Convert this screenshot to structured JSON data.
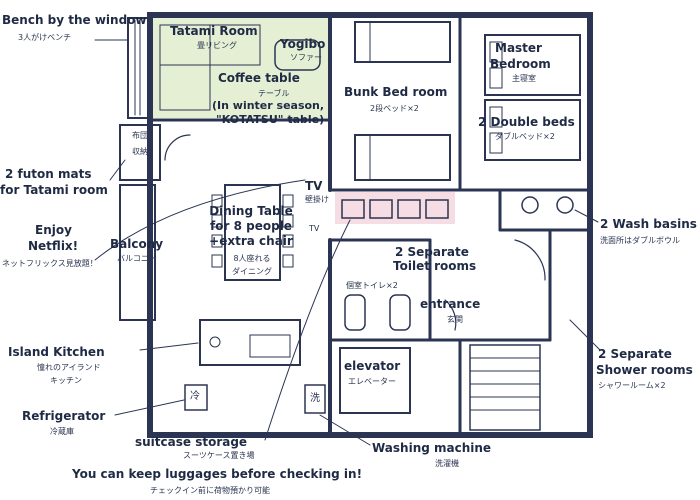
{
  "labels": {
    "bench": {
      "en": "Bench by the window",
      "jp": "3人がけベンチ"
    },
    "tatami": {
      "en": "Tatami Room",
      "jp": "畳リビング"
    },
    "yogibo": {
      "en": "Yogibo",
      "jp": "ソファー"
    },
    "coffee": {
      "en": "Coffee table",
      "jp": "テーブル",
      "note1": "(In winter season,",
      "note2": "\"KOTATSU\" table)"
    },
    "bunk": {
      "en": "Bunk Bed room",
      "jp": "2段ベッド×2"
    },
    "master": {
      "en1": "Master",
      "en2": "Bedroom",
      "jp": "主寝室"
    },
    "double": {
      "en": "2 Double beds",
      "jp": "ダブルベッド×2"
    },
    "futon_closet": {
      "jp1": "布団",
      "jp2": "収納"
    },
    "futon": {
      "en1": "2 futon mats",
      "en2": "for Tatami room"
    },
    "tv": {
      "en": "TV",
      "jp1": "壁掛け",
      "jp2": "TV"
    },
    "netflix": {
      "en1": "Enjoy",
      "en2": "Netflix!",
      "jp": "ネットフリックス見放題！"
    },
    "dining": {
      "en1": "Dining Table",
      "en2": "for 8 people",
      "en3": "+extra chair",
      "jp1": "8人座れる",
      "jp2": "ダイニング"
    },
    "balcony": {
      "en": "Balcony",
      "jp": "バルコニー"
    },
    "wash": {
      "en": "2 Wash basins",
      "jp": "洗面所はダブルボウル"
    },
    "toilet": {
      "en1": "2 Separate",
      "en2": "Toilet rooms",
      "jp": "個室トイレ×2"
    },
    "entrance": {
      "en": "entrance",
      "jp": "玄関"
    },
    "shower": {
      "en1": "2 Separate",
      "en2": "Shower rooms",
      "jp": "シャワールーム×2"
    },
    "island": {
      "en": "Island Kitchen",
      "jp1": "憧れのアイランド",
      "jp2": "キッチン"
    },
    "elevator": {
      "en": "elevator",
      "jp": "エレベーター"
    },
    "fridge": {
      "en": "Refrigerator",
      "jp": "冷蔵庫",
      "mark": "冷"
    },
    "washer_mark": "洗",
    "suitcase": {
      "en": "suitcase storage",
      "jp": "スーツケース置き場"
    },
    "washing": {
      "en": "Washing machine",
      "jp": "洗濯機"
    },
    "luggage": {
      "en": "You can keep luggages before checking in!",
      "jp": "チェックイン前に荷物預かり可能"
    }
  },
  "colors": {
    "wall": "#2b3553",
    "tatami": "#e4efd4",
    "tv": "#f5dde3",
    "ink": "#1f2a44"
  }
}
